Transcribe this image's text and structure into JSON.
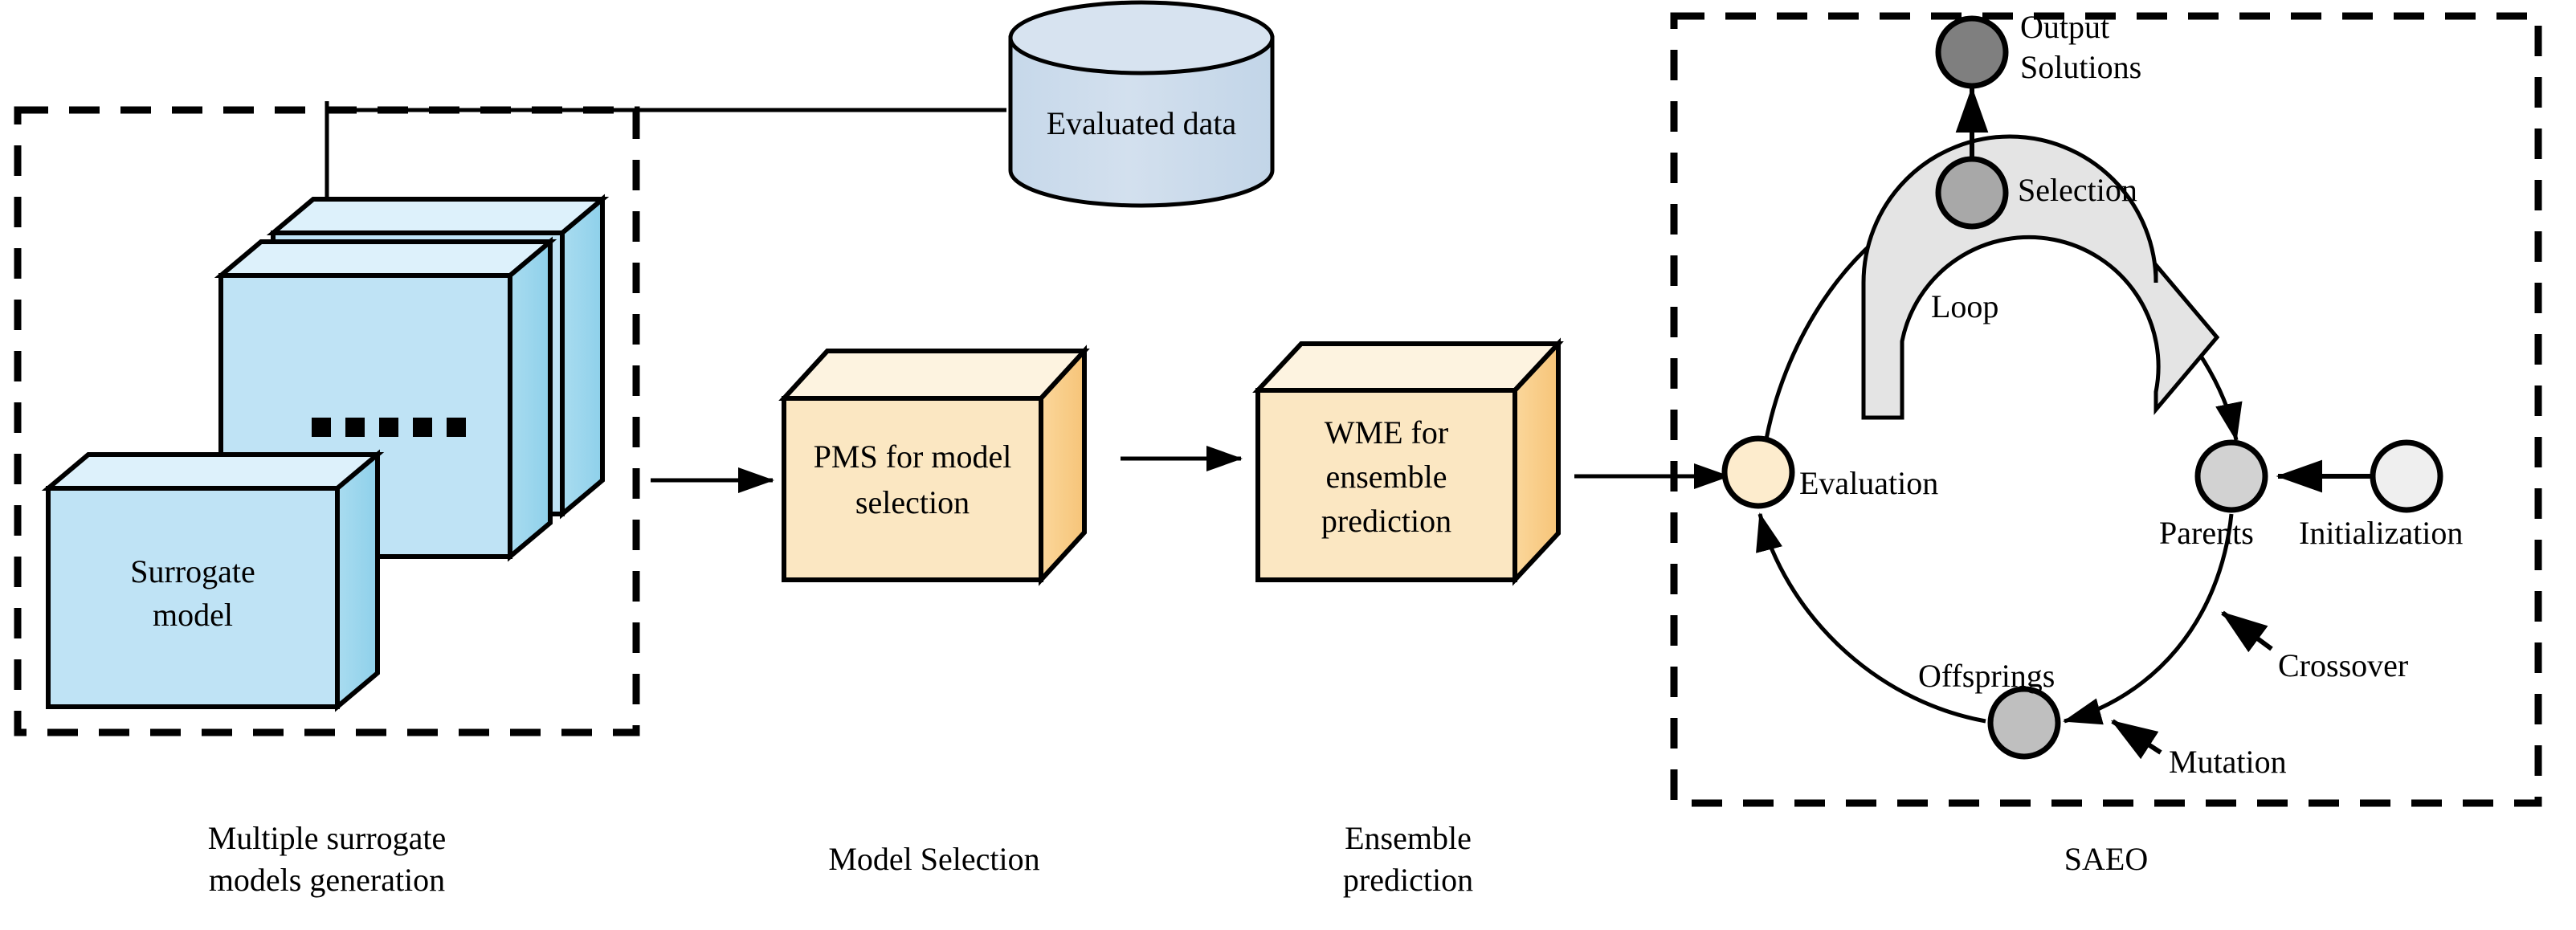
{
  "diagram": {
    "title_present": false,
    "colors": {
      "surrogate_front": "#bfe3f5",
      "surrogate_top": "#dcf0fa",
      "surrogate_side": "#9ed8ef",
      "cylinder_fill": "#cddcec",
      "box_front": "#fbe7c2",
      "box_top": "#fdf3e0",
      "box_side": "#f9cf8a",
      "node_evaluation": "#fdeccd",
      "node_parents": "#d2d2d2",
      "node_offsprings": "#bfbfbf",
      "node_selection": "#a8a8a8",
      "node_output": "#7f7f7f",
      "node_initialization": "#efefef",
      "loop_arrow": "#e2e2e2",
      "outline": "#000000"
    }
  },
  "data_store": {
    "label": "Evaluated data"
  },
  "surrogate_group": {
    "box_label_line1": "Surrogate",
    "box_label_line2": "model",
    "ellipsis": "▪ ▪ ▪ ▪ ▪",
    "caption_line1": "Multiple surrogate",
    "caption_line2": "models generation"
  },
  "model_selection": {
    "box_line1": "PMS for model",
    "box_line2": "selection",
    "caption": "Model Selection"
  },
  "ensemble": {
    "box_line1": "WME for",
    "box_line2": "ensemble",
    "box_line3": "prediction",
    "caption_line1": "Ensemble",
    "caption_line2": "prediction"
  },
  "saeo": {
    "caption": "SAEO",
    "loop_label": "Loop",
    "nodes": [
      {
        "id": "evaluation",
        "label": "Evaluation"
      },
      {
        "id": "selection",
        "label": "Selection"
      },
      {
        "id": "output",
        "label_line1": "Output",
        "label_line2": "Solutions"
      },
      {
        "id": "parents",
        "label": "Parents"
      },
      {
        "id": "initialization",
        "label": "Initialization"
      },
      {
        "id": "offsprings",
        "label": "Offsprings"
      }
    ],
    "edge_labels": [
      {
        "id": "crossover",
        "label": "Crossover"
      },
      {
        "id": "mutation",
        "label": "Mutation"
      }
    ]
  }
}
